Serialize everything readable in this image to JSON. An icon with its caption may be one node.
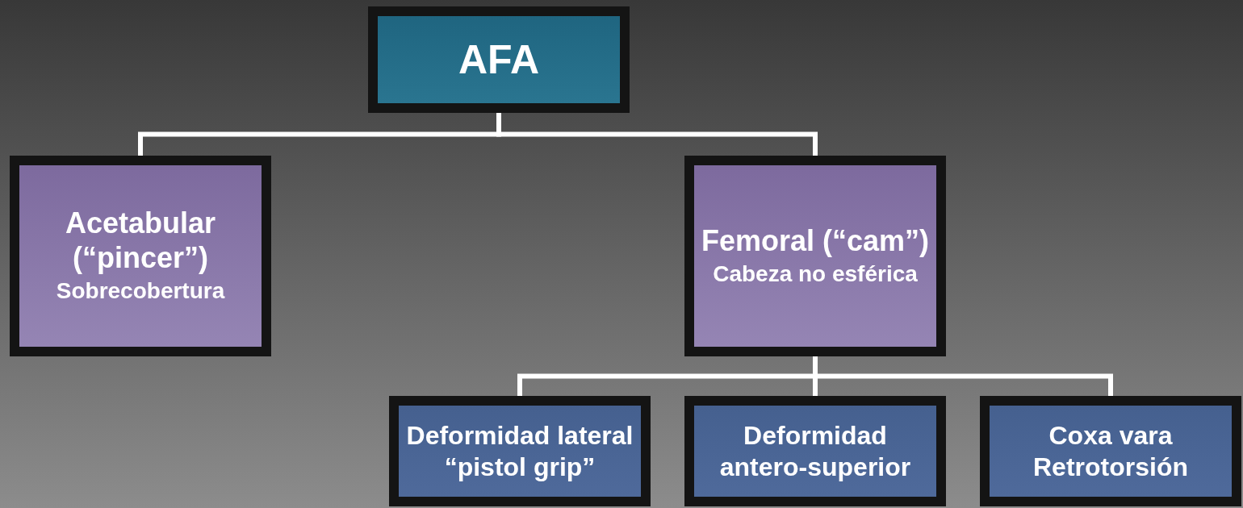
{
  "diagram": {
    "nodes": [
      {
        "text": [
          "AFA"
        ]
      },
      {
        "text": [
          "Acetabular (“pincer”)",
          "Sobrecobertura"
        ]
      },
      {
        "text": [
          "Femoral (“cam”)",
          "Cabeza no esférica"
        ]
      },
      {
        "text": [
          "Deformidad lateral “pistol grip”"
        ]
      },
      {
        "text": [
          "Deformidad antero-superior"
        ]
      },
      {
        "text": [
          "Coxa vara Retrotorsión"
        ]
      }
    ],
    "edges": [
      {
        "from": 0,
        "to": 1,
        "arrow": "none"
      },
      {
        "from": 0,
        "to": 2,
        "arrow": "none"
      },
      {
        "from": 2,
        "to": 3,
        "arrow": "none"
      },
      {
        "from": 2,
        "to": 4,
        "arrow": "none"
      },
      {
        "from": 2,
        "to": 5,
        "arrow": "none"
      }
    ]
  }
}
